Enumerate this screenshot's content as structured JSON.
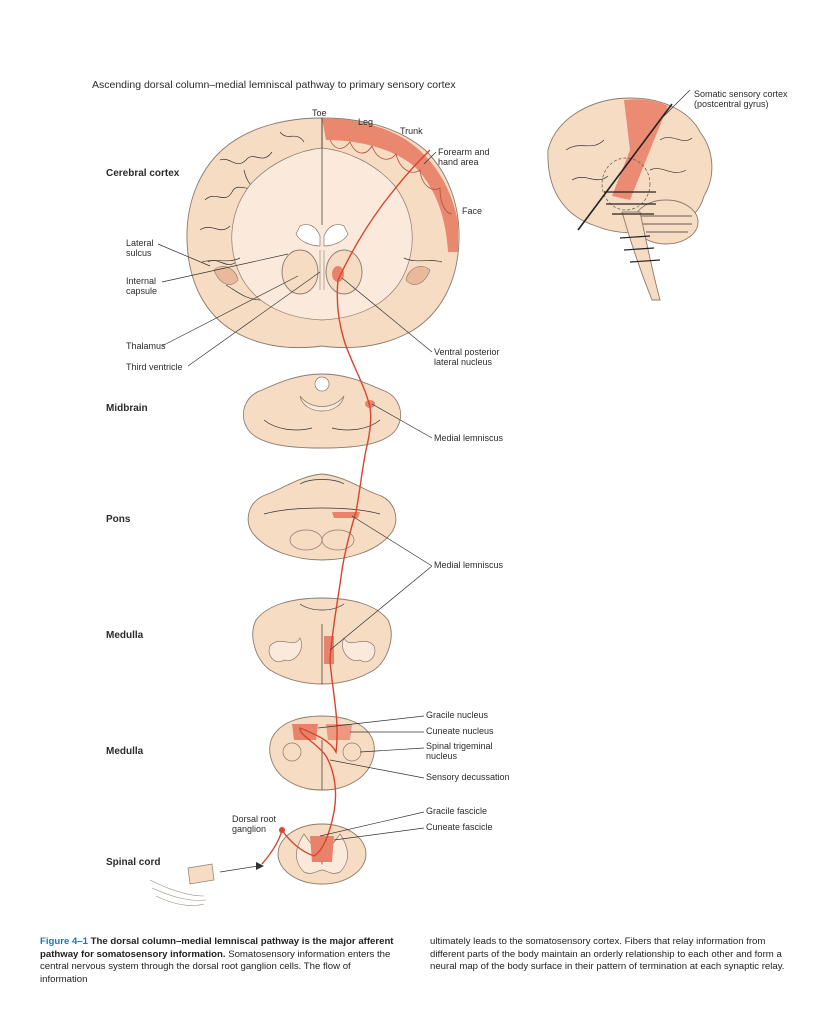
{
  "title": "Ascending dorsal column–medial lemniscal pathway to primary sensory cortex",
  "sections": {
    "cortex": "Cerebral cortex",
    "midbrain": "Midbrain",
    "pons": "Pons",
    "medulla_upper": "Medulla",
    "medulla_lower": "Medulla",
    "spinal": "Spinal cord"
  },
  "labels": {
    "toe": "Toe",
    "leg": "Leg",
    "trunk": "Trunk",
    "forearm_1": "Forearm and",
    "forearm_2": "hand area",
    "face": "Face",
    "lateral_sulcus_1": "Lateral",
    "lateral_sulcus_2": "sulcus",
    "internal_capsule_1": "Internal",
    "internal_capsule_2": "capsule",
    "thalamus": "Thalamus",
    "third_ventricle": "Third ventricle",
    "vpl_1": "Ventral posterior",
    "vpl_2": "lateral nucleus",
    "medial_lemniscus_1": "Medial lemniscus",
    "medial_lemniscus_2": "Medial lemniscus",
    "gracile_nucleus": "Gracile nucleus",
    "cuneate_nucleus": "Cuneate nucleus",
    "spinal_trigeminal_1": "Spinal trigeminal",
    "spinal_trigeminal_2": "nucleus",
    "sensory_decussation": "Sensory decussation",
    "gracile_fascicle": "Gracile fascicle",
    "cuneate_fascicle": "Cuneate fascicle",
    "drg_1": "Dorsal root",
    "drg_2": "ganglion",
    "somatic_cortex_1": "Somatic sensory cortex",
    "somatic_cortex_2": "(postcentral gyrus)"
  },
  "caption": {
    "fig_number": "Figure 4–1",
    "fig_title": "The dorsal column–medial lemniscal pathway is the major afferent pathway for somatosensory information.",
    "left_text": "Somatosensory information enters the central nervous system through the dorsal root ganglion cells. The flow of information",
    "right_text": "ultimately leads to the somatosensory cortex. Fibers that relay information from different parts of the body maintain an orderly relationship to each other and form a neural map of the body surface in their pattern of termination at each synaptic relay."
  },
  "colors": {
    "tissue": "#f7dcc4",
    "highlight": "#e9826a",
    "pathway": "#d8452c",
    "figure_number": "#1b75bb"
  }
}
